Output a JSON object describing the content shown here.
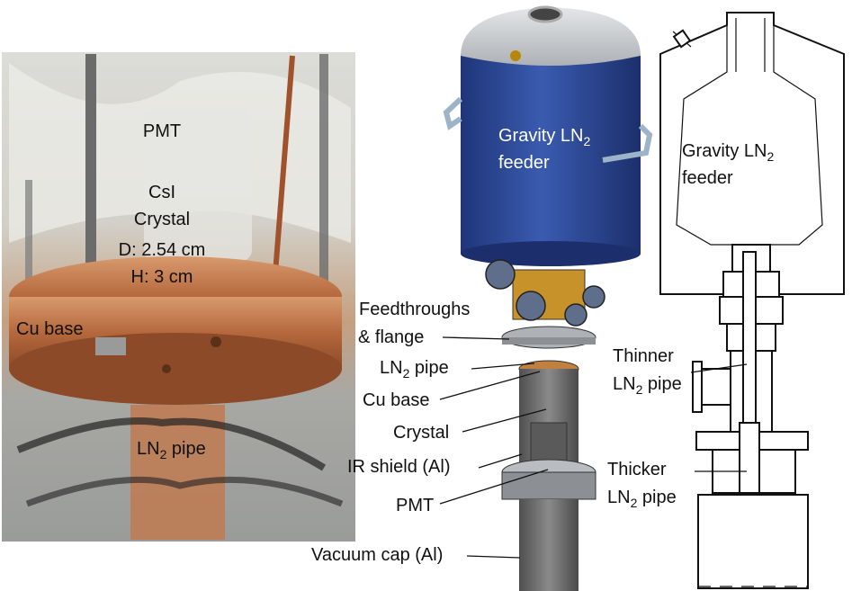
{
  "photo": {
    "labels": {
      "pmt": "PMT",
      "crystal_line1": "CsI",
      "crystal_line2": "Crystal",
      "crystal_diameter": "D: 2.54 cm",
      "crystal_height": "H: 3 cm",
      "cu_base": "Cu base",
      "ln2_pipe_main": "LN",
      "ln2_pipe_sub": "2",
      "ln2_pipe_rest": " pipe"
    }
  },
  "render": {
    "feeder_main": "Gravity LN",
    "feeder_sub": "2",
    "feeder_line2": "feeder",
    "feedthroughs_line1": "Feedthroughs",
    "feedthroughs_line2": "& flange",
    "ln2_pipe_main": "LN",
    "ln2_pipe_sub": "2",
    "ln2_pipe_rest": " pipe",
    "cu_base": "Cu base",
    "crystal": "Crystal",
    "ir_shield": "IR shield (Al)",
    "pmt": "PMT",
    "vacuum_cap": "Vacuum cap (Al)"
  },
  "drawing": {
    "feeder_main": "Gravity LN",
    "feeder_sub": "2",
    "feeder_line2": "feeder",
    "thinner_line1": "Thinner",
    "thinner_main": "LN",
    "thinner_sub": "2",
    "thinner_rest": " pipe",
    "thicker_line1": "Thicker",
    "thicker_main": "LN",
    "thicker_sub": "2",
    "thicker_rest": " pipe"
  },
  "colors": {
    "feeder_blue": "#2d4a9a",
    "lid_grey": "#c9ccd0",
    "cap_grey": "#6a6a6a",
    "copper": "#b56a3a"
  }
}
